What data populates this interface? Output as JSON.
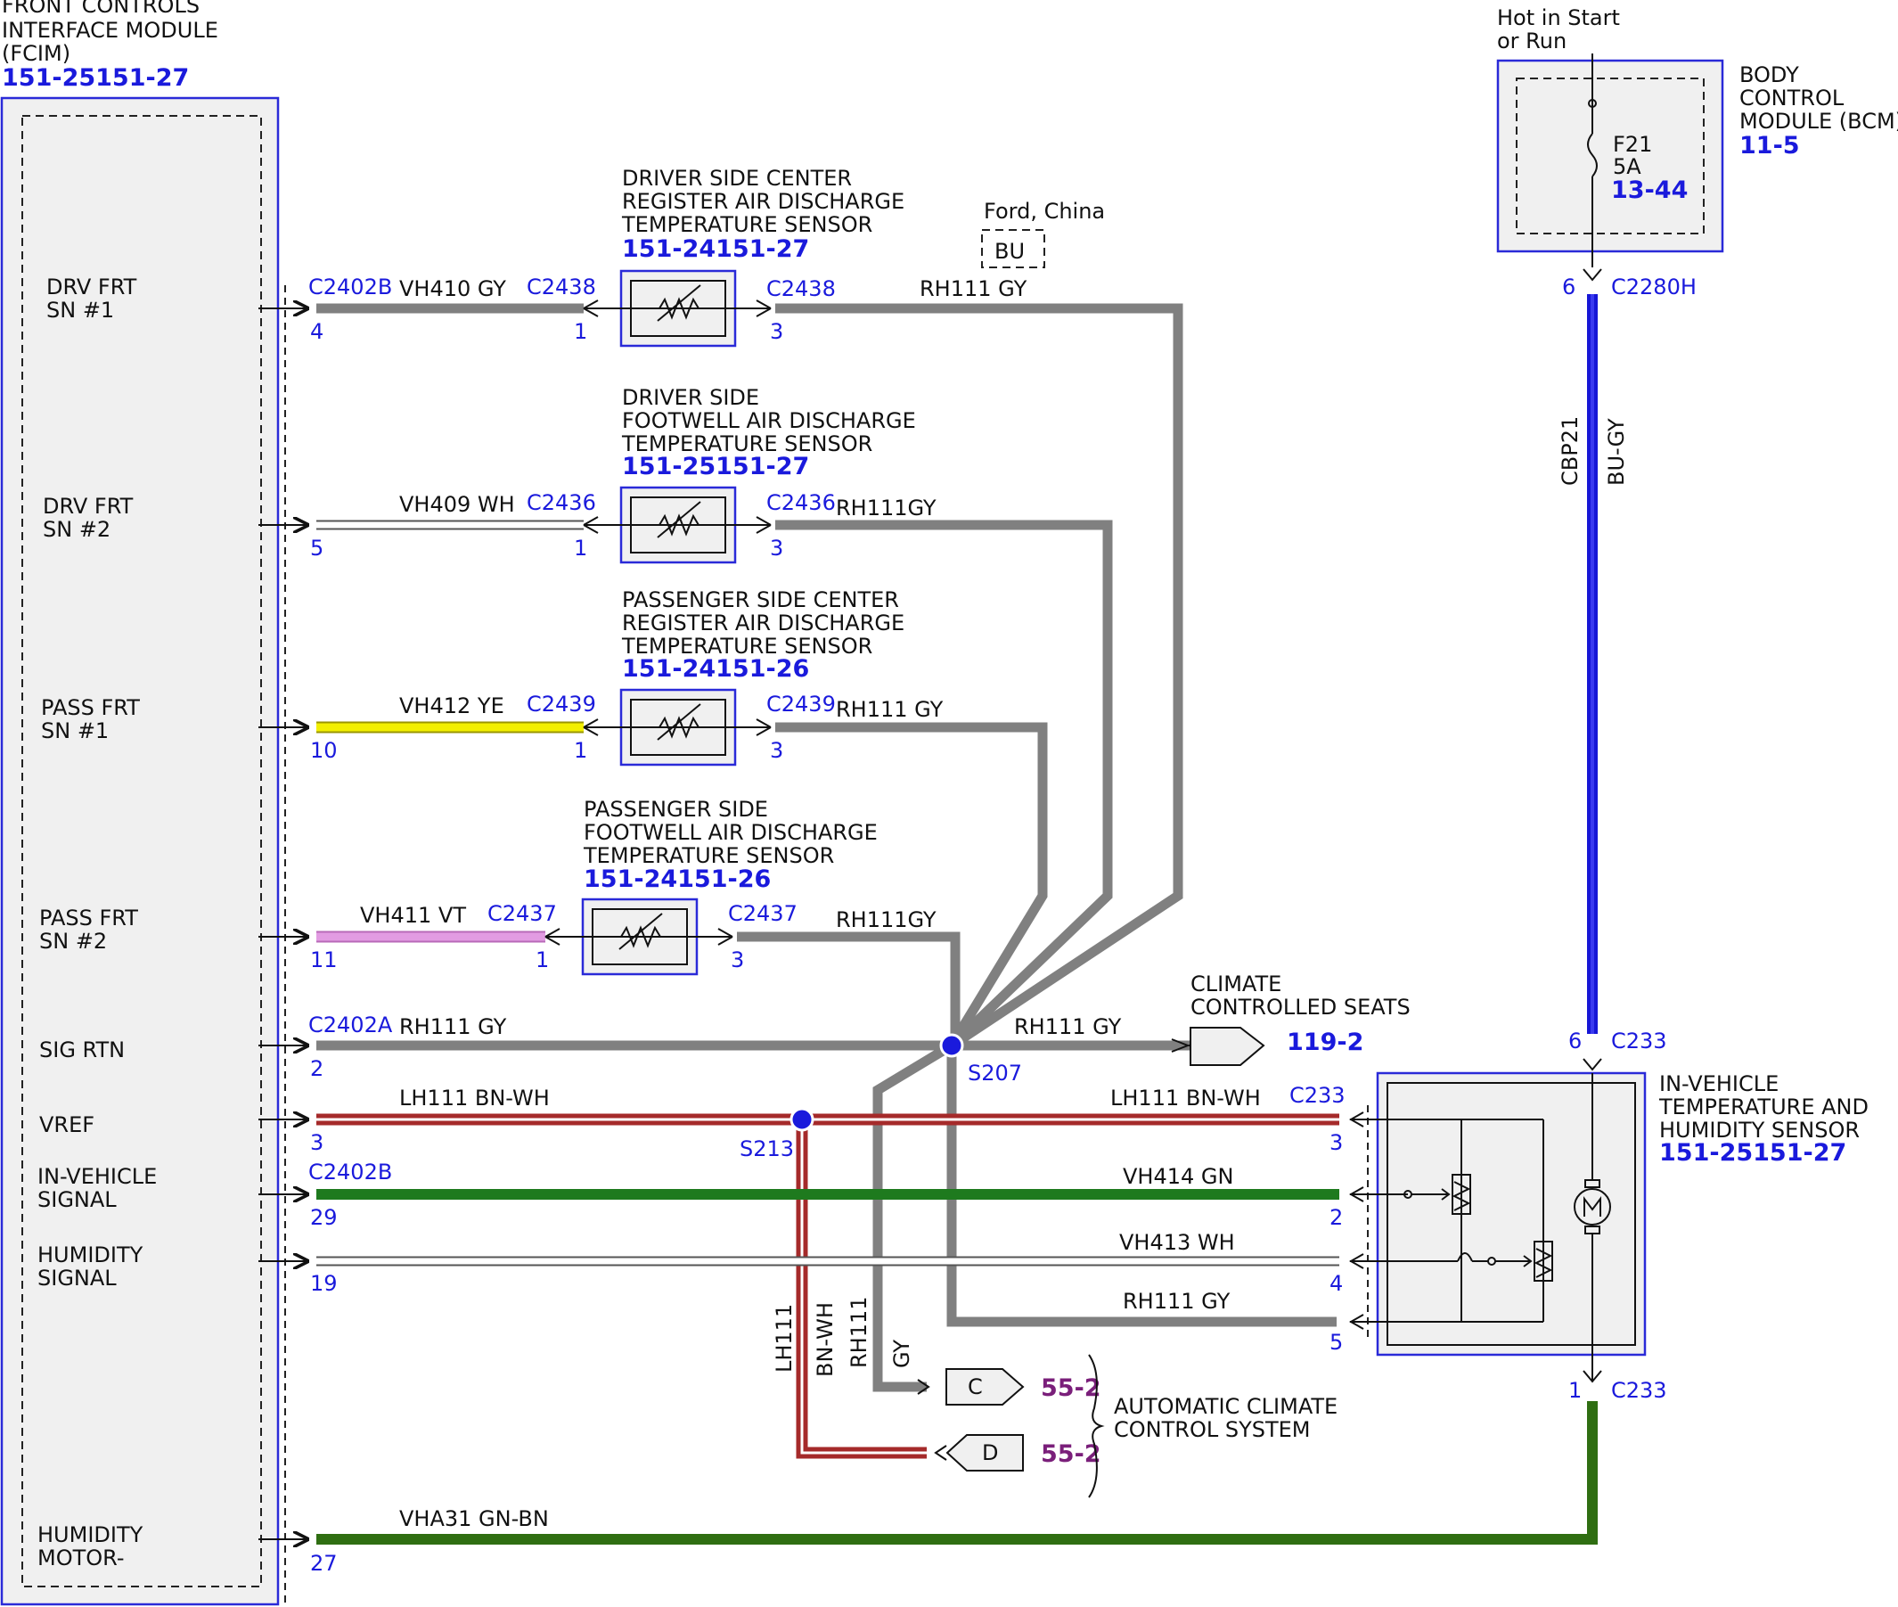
{
  "fcim": {
    "title": [
      "FRONT CONTROLS",
      "INTERFACE MODULE",
      "(FCIM)"
    ],
    "ref": "151-25151-27",
    "pins": {
      "drv1": [
        "DRV FRT",
        "SN #1"
      ],
      "drv2": [
        "DRV FRT",
        "SN #2"
      ],
      "pass1": [
        "PASS FRT",
        "SN #1"
      ],
      "pass2": [
        "PASS FRT",
        "SN #2"
      ],
      "sigrtn": [
        "SIG RTN"
      ],
      "vref": [
        "VREF"
      ],
      "ivsig": [
        "IN-VEHICLE",
        "SIGNAL"
      ],
      "humsig": [
        "HUMIDITY",
        "SIGNAL"
      ],
      "hummot": [
        "HUMIDITY",
        "MOTOR-"
      ]
    }
  },
  "bcm": {
    "supply": [
      "Hot in Start",
      "or Run"
    ],
    "title": [
      "BODY",
      "CONTROL",
      "MODULE (BCM)"
    ],
    "ref": "11-5",
    "fuse": "F21",
    "fuse_rating": "5A",
    "fuse_ref": "13-44",
    "connector": "C2280H",
    "pin": "6",
    "wire": "CBP21",
    "wire_color": "BU-GY"
  },
  "sensors": {
    "dcr": {
      "title": [
        "DRIVER SIDE CENTER",
        "REGISTER AIR DISCHARGE",
        "TEMPERATURE SENSOR"
      ],
      "ref": "151-24151-27"
    },
    "dfw": {
      "title": [
        "DRIVER SIDE",
        "FOOTWELL AIR DISCHARGE",
        "TEMPERATURE SENSOR"
      ],
      "ref": "151-25151-27"
    },
    "pcr": {
      "title": [
        "PASSENGER SIDE CENTER",
        "REGISTER AIR DISCHARGE",
        "TEMPERATURE SENSOR"
      ],
      "ref": "151-24151-26"
    },
    "pfw": {
      "title": [
        "PASSENGER SIDE",
        "FOOTWELL AIR DISCHARGE",
        "TEMPERATURE SENSOR"
      ],
      "ref": "151-24151-26"
    }
  },
  "ivs": {
    "title": [
      "IN-VEHICLE",
      "TEMPERATURE AND",
      "HUMIDITY SENSOR"
    ],
    "ref": "151-25151-27"
  },
  "ford_china": {
    "label": "Ford, China",
    "box": "BU"
  },
  "wires": {
    "vh410": "VH410 GY",
    "vh409": "VH409 WH",
    "vh412": "VH412 YE",
    "vh411": "VH411 VT",
    "rh111_gy": "RH111 GY",
    "rh111gy_tight": "RH111GY",
    "rh111_gy_wide": "RH111   GY",
    "lh111_left": "LH111 BN-WH",
    "lh111_right": "LH111   BN-WH",
    "vh414": "VH414   GN",
    "vh413": "VH413   WH",
    "vha31": "VHA31   GN-BN",
    "v_lh111": "LH111",
    "v_bnwh": "BN-WH",
    "v_rh111": "RH111",
    "v_gy": "GY"
  },
  "connectors": {
    "c2402b": "C2402B",
    "c2402a": "C2402A",
    "c2438": "C2438",
    "c2436": "C2436",
    "c2439": "C2439",
    "c2437": "C2437",
    "c233": "C233"
  },
  "pins": [
    "4",
    "1",
    "3",
    "5",
    "10",
    "11",
    "2",
    "29",
    "19",
    "27",
    "6"
  ],
  "splices": {
    "s207": "S207",
    "s213": "S213"
  },
  "climate_seats": {
    "title": [
      "CLIMATE",
      "CONTROLLED SEATS"
    ],
    "ref": "119-2"
  },
  "acc": {
    "title": [
      "AUTOMATIC CLIMATE",
      "CONTROL SYSTEM"
    ],
    "conn_c": "C",
    "conn_d": "D",
    "ref_c": "55-2",
    "ref_d": "55-2"
  },
  "colors": {
    "gray_wire": "#808080",
    "yellow_wire": "#f2ef00",
    "violet_wire": "#e29be2",
    "green_wire": "#1e7a1e",
    "bnwh_wire": "#a52a2a",
    "blue_wire": "#1616d6",
    "gnbn_wire": "#2f6e12",
    "ref_blue": "#1a1adc",
    "ref_purple": "#7a1f7a"
  }
}
